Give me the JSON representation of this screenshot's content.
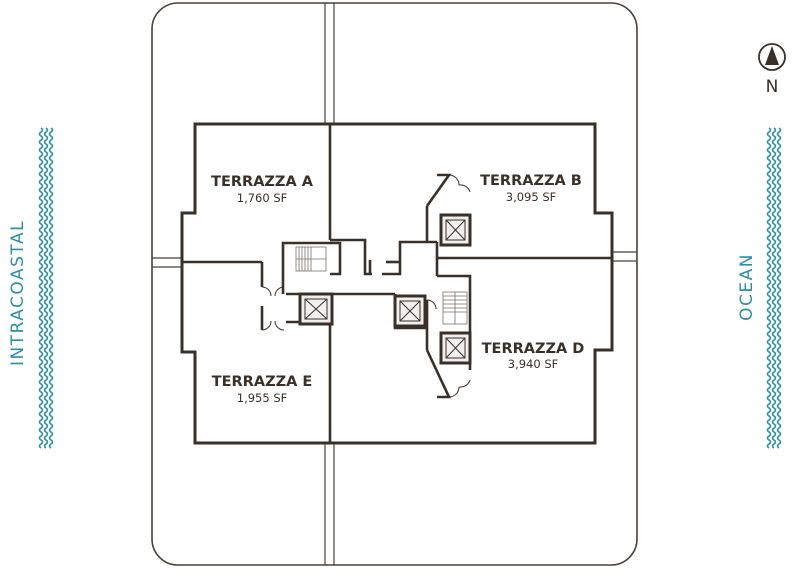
{
  "units": [
    {
      "id": "a",
      "name": "TERRAZZA A",
      "area": "1,760 SF"
    },
    {
      "id": "b",
      "name": "TERRAZZA B",
      "area": "3,095 SF"
    },
    {
      "id": "d",
      "name": "TERRAZZA D",
      "area": "3,940 SF"
    },
    {
      "id": "e",
      "name": "TERRAZZA E",
      "area": "1,955 SF"
    }
  ],
  "labels": {
    "west": "INTRACOASTAL",
    "east": "OCEAN"
  },
  "compass": {
    "letter": "N"
  },
  "colors": {
    "wall": "#3a302a",
    "outline": "#4a413a",
    "water": "#2b8fa6",
    "elevator_fill": "#f2f0ee"
  }
}
